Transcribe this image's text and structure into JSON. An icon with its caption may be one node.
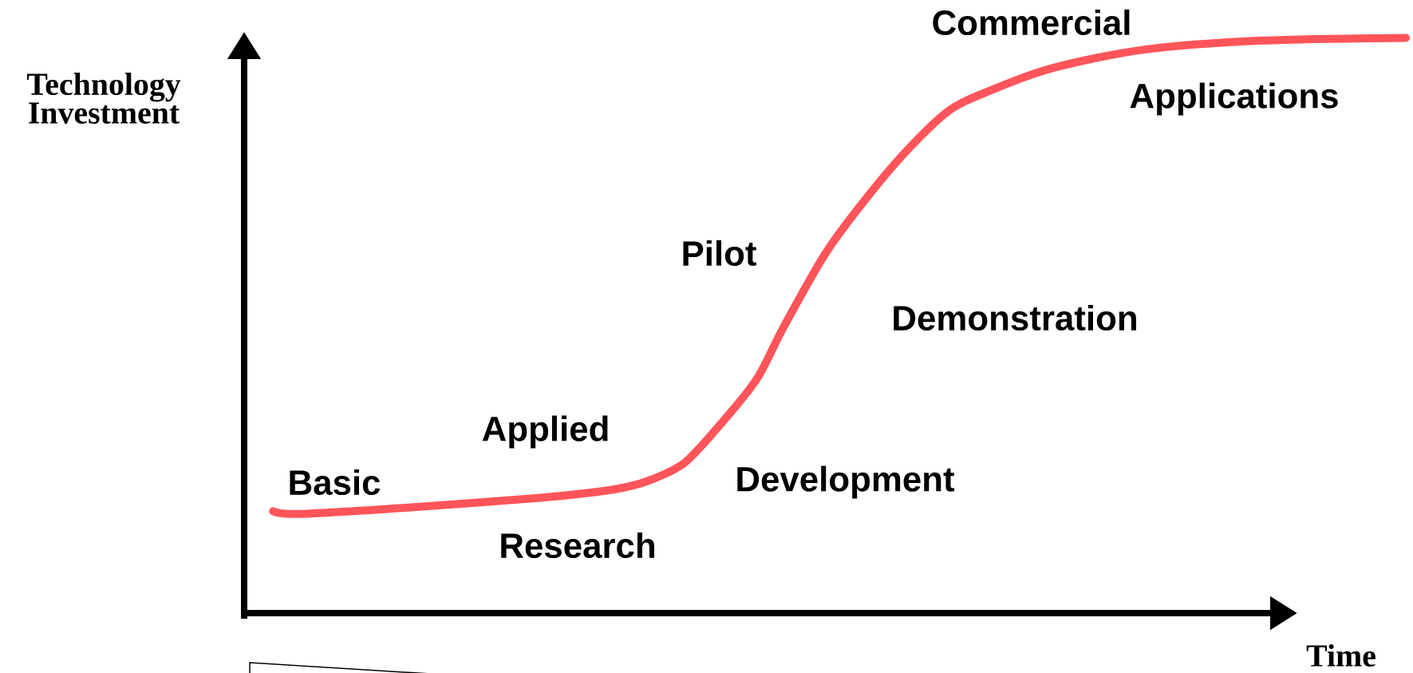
{
  "diagram": {
    "labels": [
      "Technology Investment",
      "Commercial",
      "Applications",
      "Pilot",
      "Demonstration",
      "Applied",
      "Basic",
      "Development",
      "Research",
      "Time"
    ]
  }
}
